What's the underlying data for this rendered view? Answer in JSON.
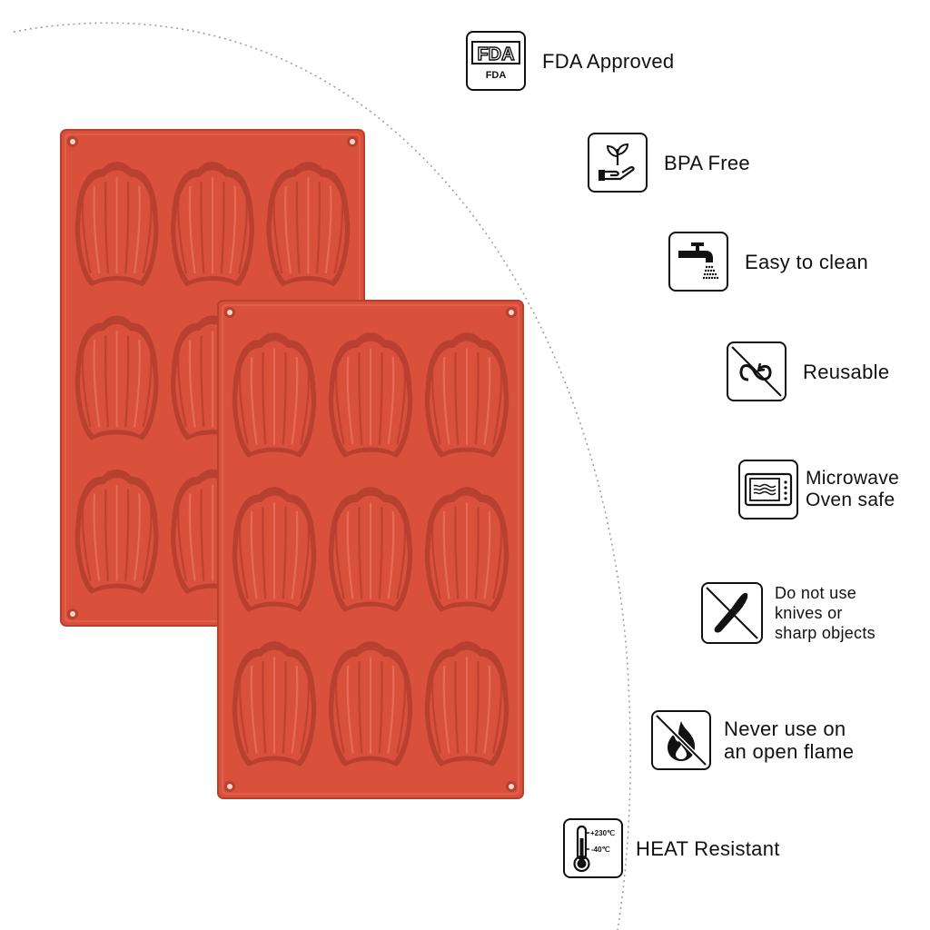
{
  "features": [
    {
      "id": "fda",
      "icon": "fda-icon",
      "lines": [
        "FDA Approved"
      ],
      "icon_text": [
        "FDA",
        "FDA"
      ]
    },
    {
      "id": "bpa",
      "icon": "hand-leaf-icon",
      "lines": [
        "BPA Free"
      ]
    },
    {
      "id": "clean",
      "icon": "faucet-icon",
      "lines": [
        "Easy to clean"
      ]
    },
    {
      "id": "reusable",
      "icon": "reuse-crossed-icon",
      "lines": [
        "Reusable"
      ]
    },
    {
      "id": "microwave",
      "icon": "microwave-icon",
      "lines": [
        "Microwave",
        "Oven safe"
      ]
    },
    {
      "id": "knife",
      "icon": "knife-crossed-icon",
      "lines": [
        "Do not use",
        "knives or",
        "sharp objects"
      ]
    },
    {
      "id": "flame",
      "icon": "flame-crossed-icon",
      "lines": [
        "Never use on",
        "an open flame"
      ]
    },
    {
      "id": "heat",
      "icon": "thermometer-icon",
      "lines": [
        "HEAT Resistant"
      ],
      "icon_text": [
        "+230℃",
        "-40℃"
      ]
    }
  ],
  "colors": {
    "mold": "#d9503c",
    "mold_dark": "#b8402f",
    "mold_light": "#e8705a",
    "arc": "#9a9a9a",
    "ink": "#111111"
  },
  "mold": {
    "rows": 3,
    "cols": 3
  }
}
